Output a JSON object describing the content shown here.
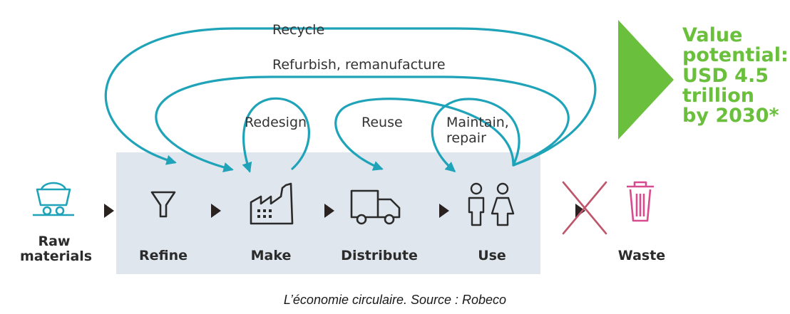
{
  "loops": {
    "recycle": "Recycle",
    "refurbish": "Refurbish, remanufacture",
    "redesign": "Redesign",
    "reuse": "Reuse",
    "maintain": [
      "Maintain,",
      "repair"
    ]
  },
  "stages": {
    "raw_materials": [
      "Raw",
      "materials"
    ],
    "refine": "Refine",
    "make": "Make",
    "distribute": "Distribute",
    "use": "Use",
    "waste": "Waste"
  },
  "value_potential": [
    "Value",
    "potential:",
    "USD 4.5",
    "trillion",
    "by 2030*"
  ],
  "caption": "L’économie circulaire. Source : Robeco",
  "colors": {
    "loop": "#1ea3b8",
    "icon": "#1ea3b8",
    "box": "#dfe6ee",
    "green": "#6abf3d",
    "cross": "#c0566b",
    "bin": "#d64c8f",
    "arrow": "#2a2220"
  },
  "icons": [
    "mine-cart-icon",
    "funnel-icon",
    "factory-icon",
    "truck-icon",
    "people-icon",
    "cross-icon",
    "trash-bin-icon"
  ]
}
